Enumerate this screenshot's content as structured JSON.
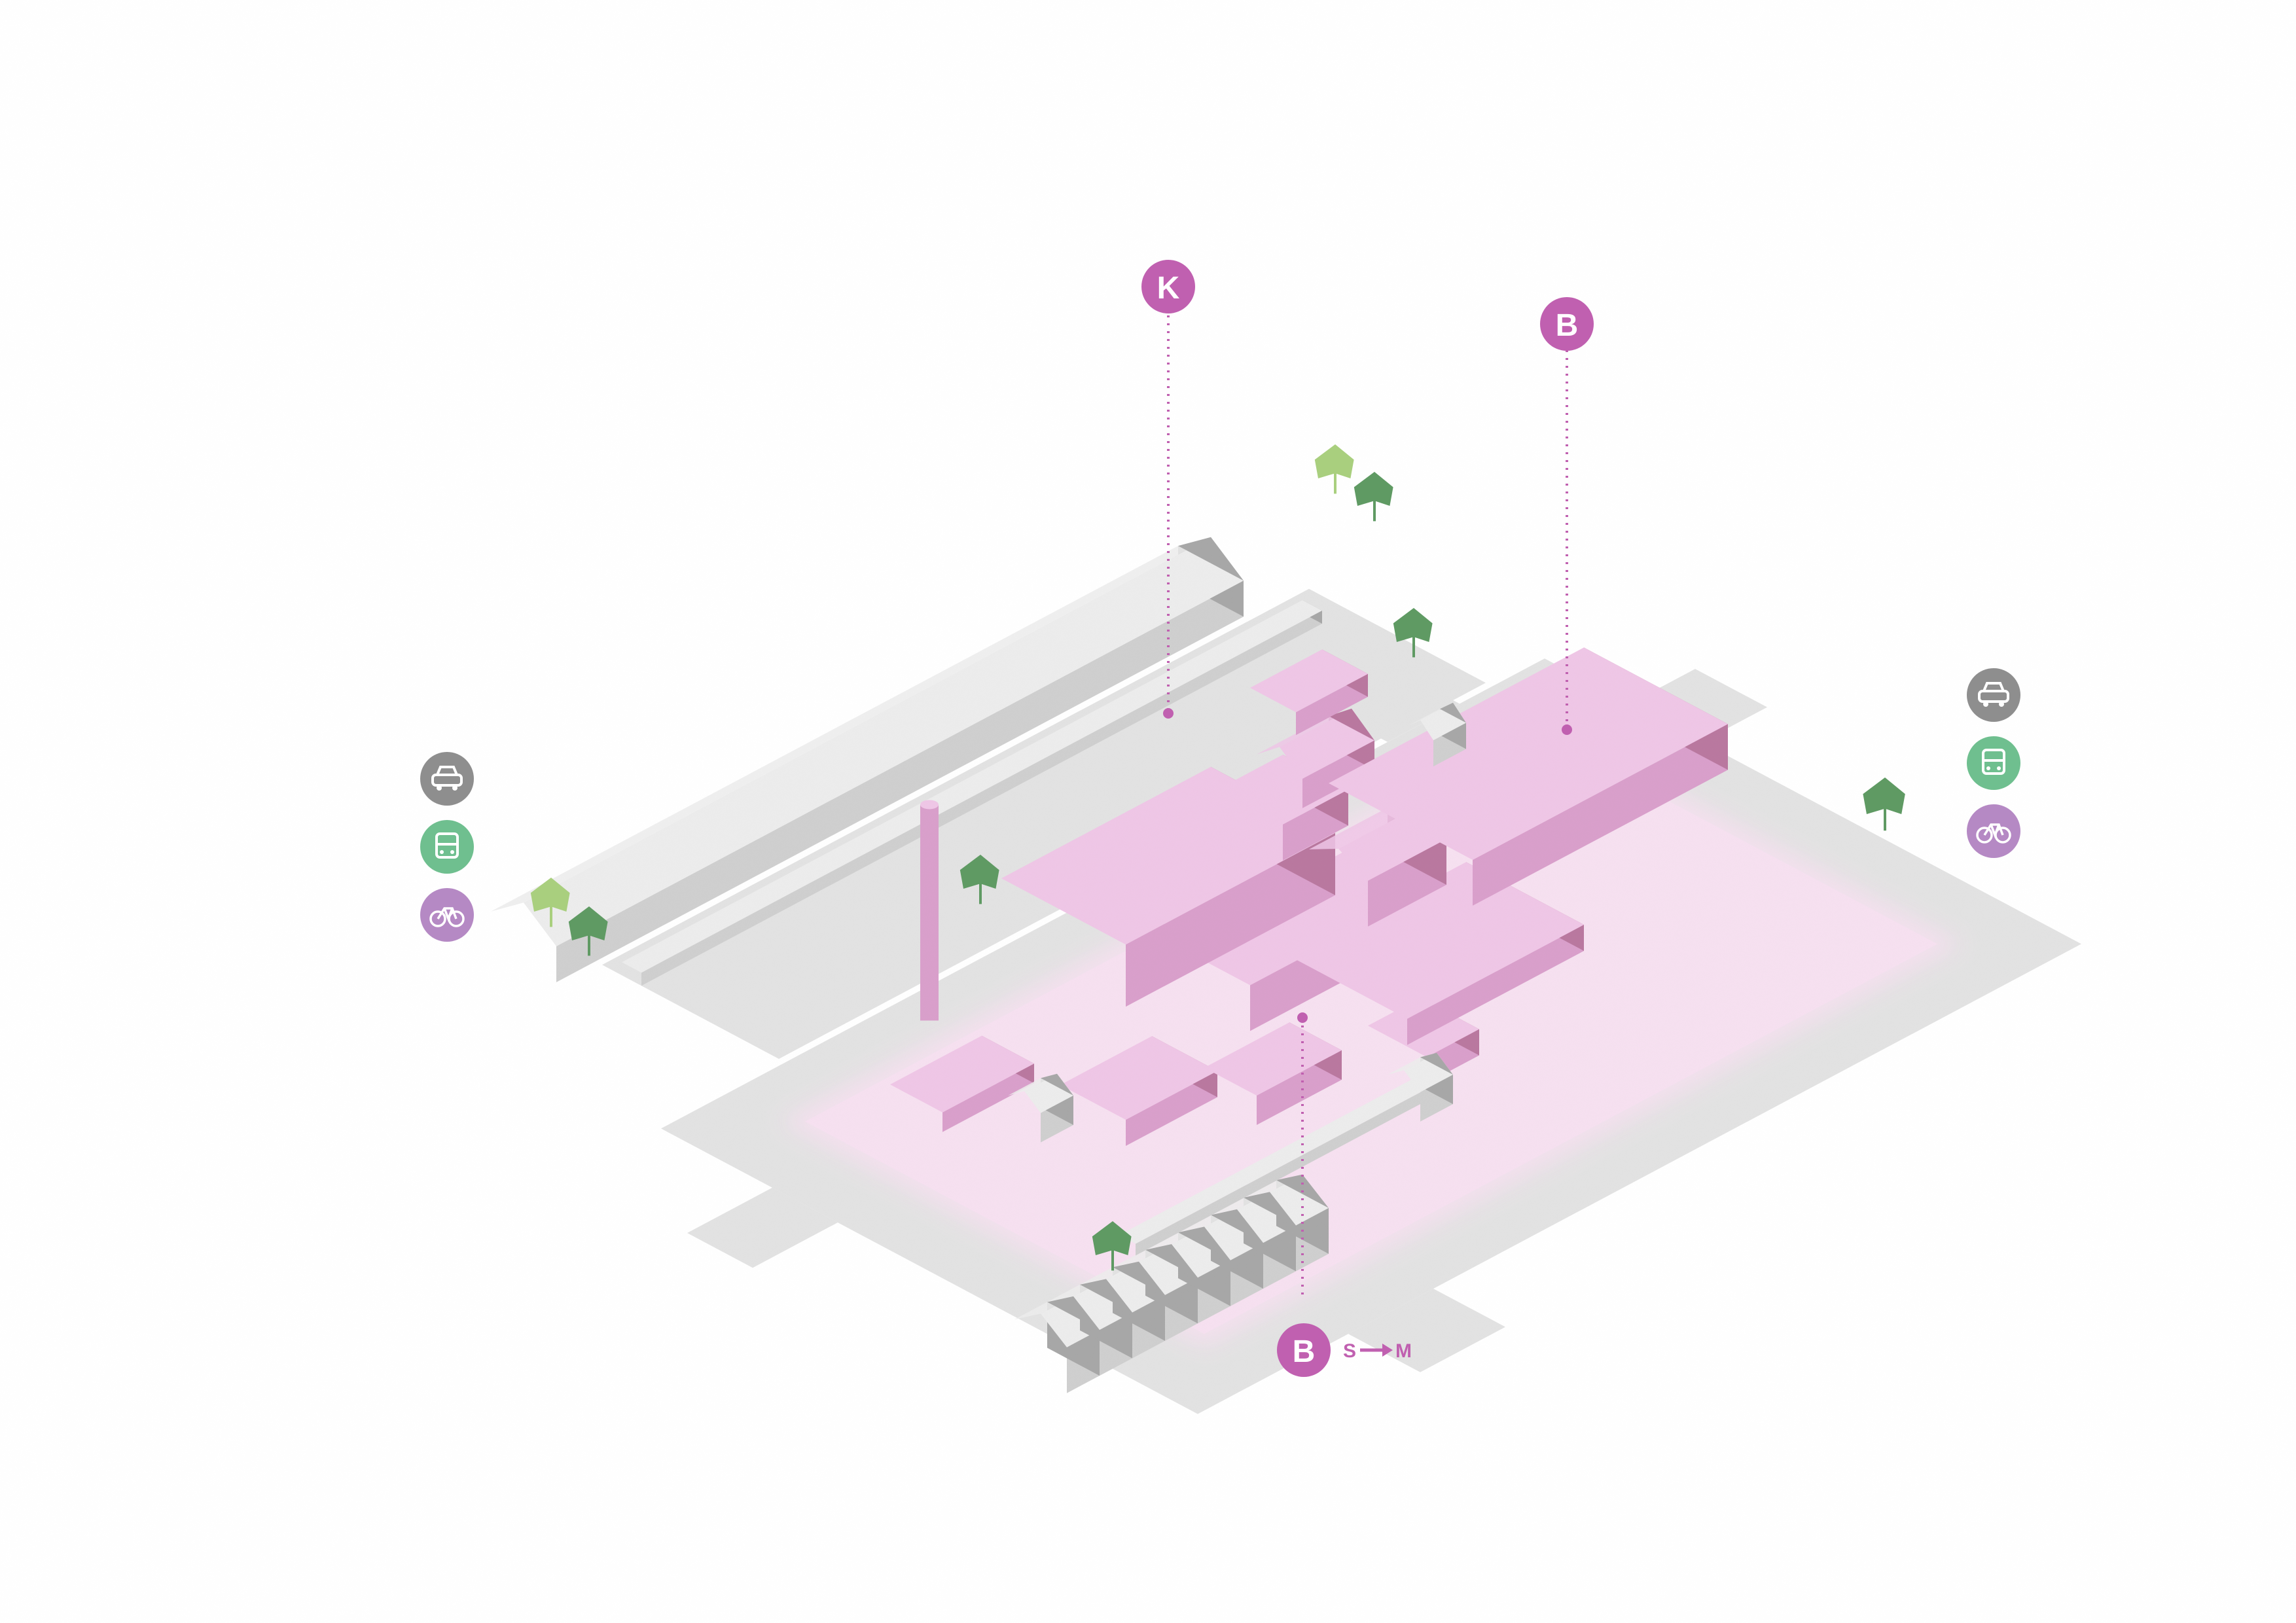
{
  "colors": {
    "accent": "#c060b0",
    "pink_top": "#efc6e6",
    "pink_left": "#d99fcb",
    "pink_right": "#b9789f",
    "ground_pink": "#f6e0f0",
    "road": "#e2e2e2",
    "road_edge": "#d4d4d4",
    "grey_top": "#ececec",
    "grey_left": "#cfcfcf",
    "grey_right": "#a7a7a7",
    "tree_dark": "#5f9a63",
    "tree_light": "#a9cf7e",
    "icon_car": "#8e8e8e",
    "icon_bus": "#6fbf8f",
    "icon_bike": "#b589c4"
  },
  "labels": {
    "k": "K",
    "b_top": "B",
    "b_bottom": "B",
    "scale_from": "S",
    "scale_to": "M"
  },
  "legend_left": [
    {
      "name": "car-icon"
    },
    {
      "name": "bus-icon"
    },
    {
      "name": "bike-icon"
    }
  ],
  "legend_right": [
    {
      "name": "car-icon"
    },
    {
      "name": "bus-icon"
    },
    {
      "name": "bike-icon"
    }
  ]
}
